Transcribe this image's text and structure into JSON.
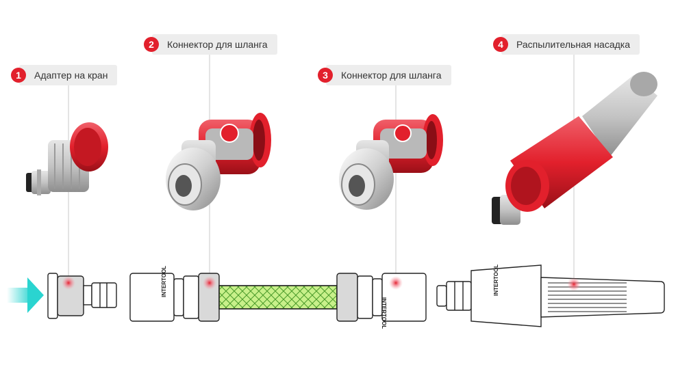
{
  "callouts": [
    {
      "number": "1",
      "text": "Адаптер на кран"
    },
    {
      "number": "2",
      "text": "Коннектор для шланга"
    },
    {
      "number": "3",
      "text": "Коннектор для шланга"
    },
    {
      "number": "4",
      "text": "Распылительная насадка"
    }
  ],
  "brand": "INTERTOOL",
  "colors": {
    "accent": "#e2202c",
    "hose": "#c8f08a",
    "flow_arrow": "#2ad4d0",
    "body_gray": "#bfbfbf"
  }
}
